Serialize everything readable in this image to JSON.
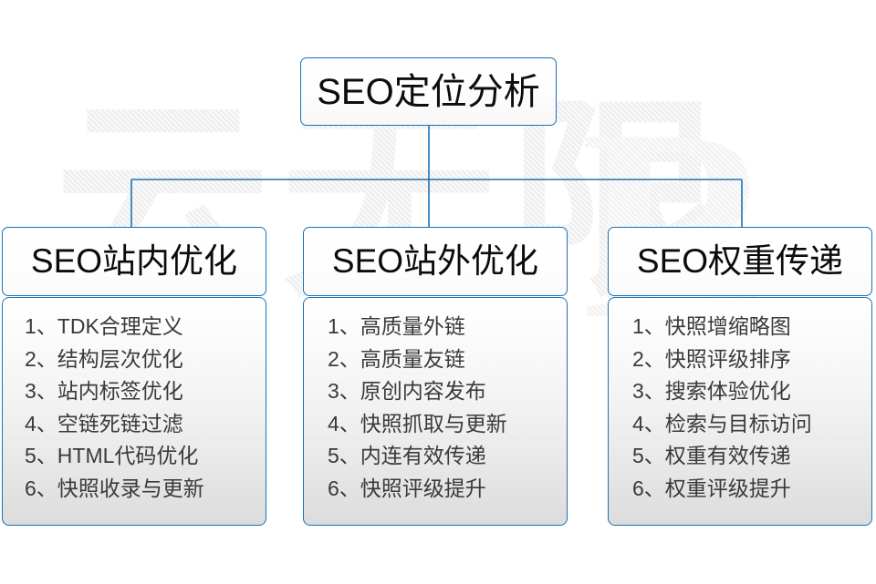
{
  "diagram": {
    "type": "tree",
    "root": {
      "label": "SEO定位分析"
    },
    "branches": [
      {
        "title": "SEO站内优化",
        "items": [
          "1、TDK合理定义",
          "2、结构层次优化",
          "3、站内标签优化",
          "4、空链死链过滤",
          "5、HTML代码优化",
          "6、快照收录与更新"
        ]
      },
      {
        "title": "SEO站外优化",
        "items": [
          "1、高质量外链",
          "2、高质量友链",
          "3、原创内容发布",
          "4、快照抓取与更新",
          "5、内连有效传递",
          "6、快照评级提升"
        ]
      },
      {
        "title": "SEO权重传递",
        "items": [
          "1、快照增缩略图",
          "2、快照评级排序",
          "3、搜索体验优化",
          "4、检索与目标访问",
          "5、权重有效传递",
          "6、权重评级提升"
        ]
      }
    ]
  },
  "watermark": {
    "text": "云无限",
    "mark": "R"
  },
  "colors": {
    "border_blue": "#1a72b8",
    "connector_blue": "#1a72b8",
    "title_text": "#0d0d0d",
    "item_text": "#3a3a3a",
    "background": "#ffffff",
    "watermark_gray": "#ededed"
  }
}
